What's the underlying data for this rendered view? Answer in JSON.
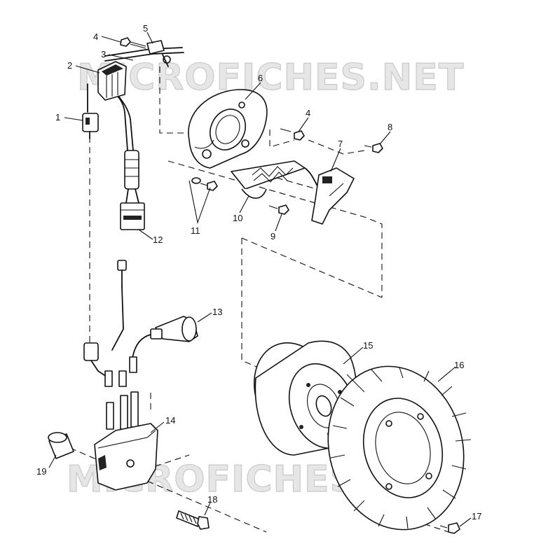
{
  "watermarks": [
    "MICROFICHES.NET",
    "MICROFICHES.NET"
  ],
  "callouts": {
    "c1": "1",
    "c2": "2",
    "c3": "3",
    "c4a": "4",
    "c4b": "4",
    "c5": "5",
    "c6": "6",
    "c7": "7",
    "c8": "8",
    "c9": "9",
    "c10": "10",
    "c11": "11",
    "c12": "12",
    "c13": "13",
    "c14": "14",
    "c15": "15",
    "c16": "16",
    "c17": "17",
    "c18": "18",
    "c19": "19"
  }
}
